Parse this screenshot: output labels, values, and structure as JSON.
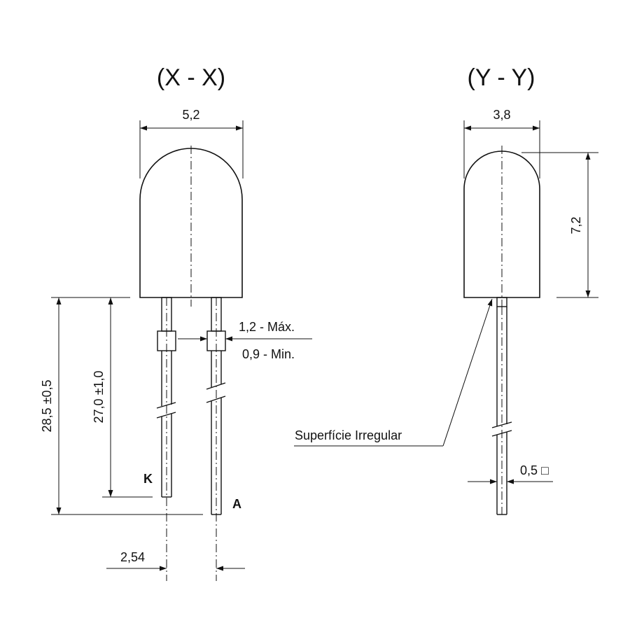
{
  "view_x": {
    "title": "(X - X)",
    "dim_width": "5,2",
    "dim_lead_max": "1,2 - Máx.",
    "dim_lead_min": "0,9 - Min.",
    "dim_total_length": "28,5 ±0,5",
    "dim_lead_length": "27,0 ±1,0",
    "dim_pitch": "2,54",
    "label_cathode": "K",
    "label_anode": "A"
  },
  "view_y": {
    "title": "(Y - Y)",
    "dim_width": "3,8",
    "dim_height": "7,2",
    "label_surface": "Superfície Irregular",
    "dim_lead_square": "0,5 □"
  }
}
